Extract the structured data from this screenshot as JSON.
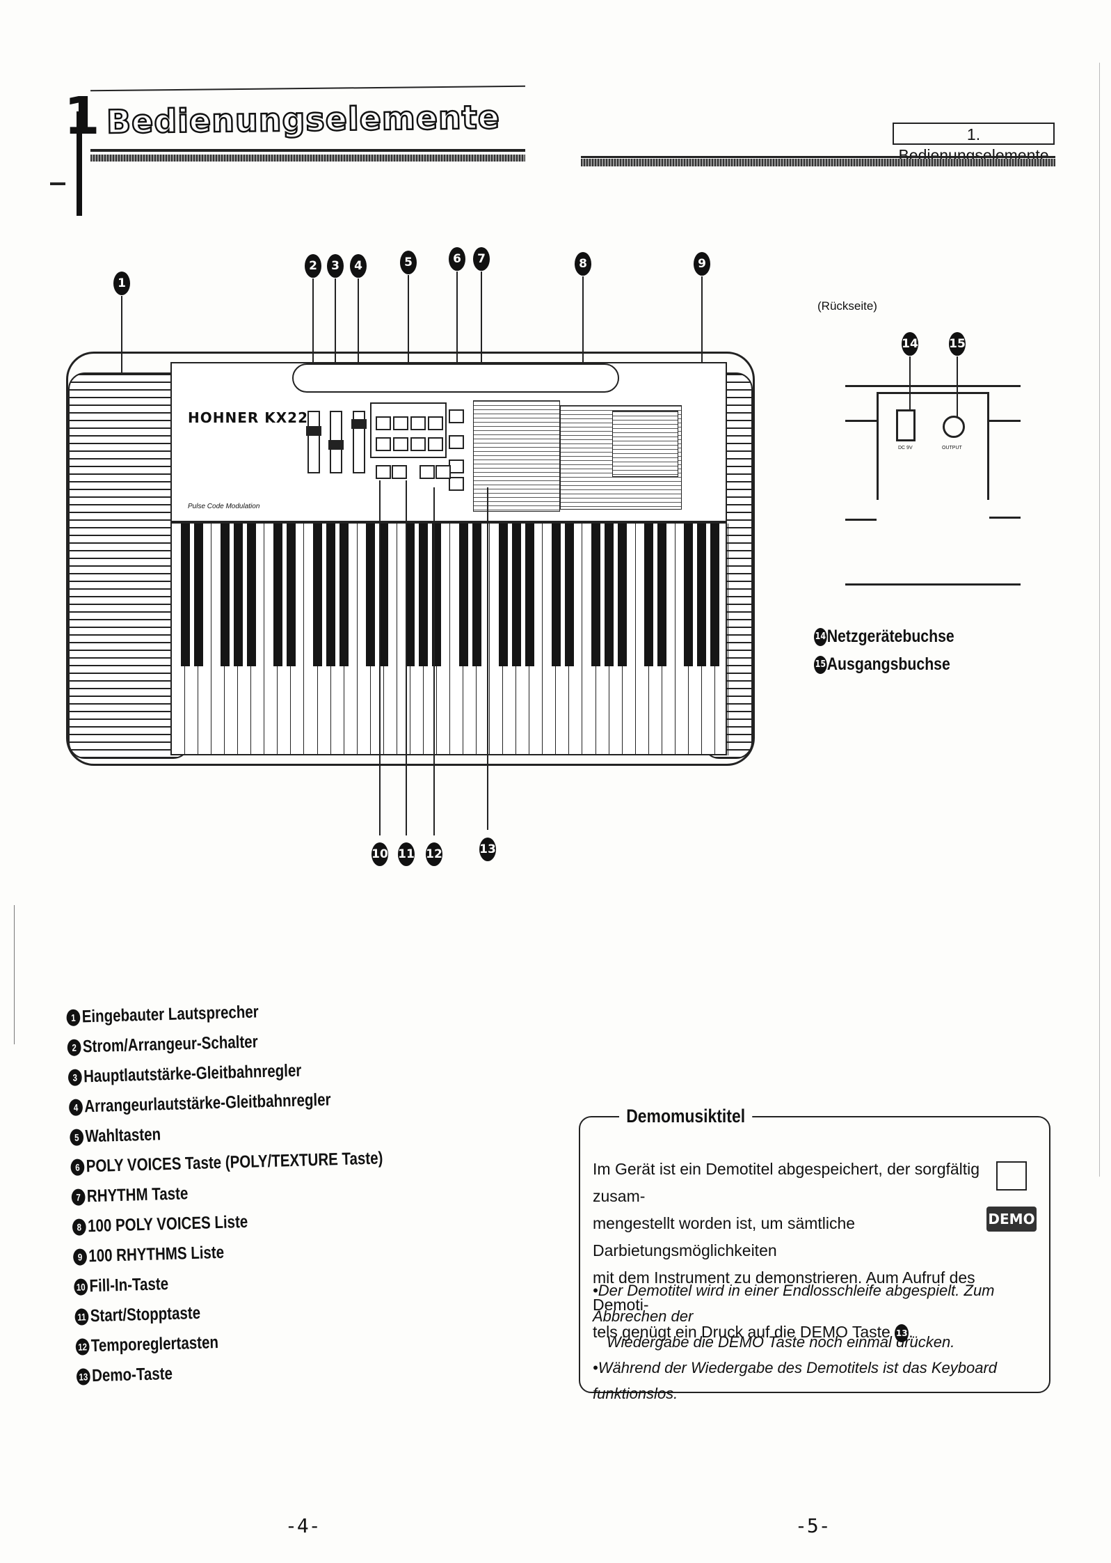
{
  "header": {
    "section_number": "1",
    "title": "Bedienungselemente",
    "right_label": "1. Bedienungselemente"
  },
  "diagram": {
    "brand": "HOHNER KX22",
    "pcm_label": "Pulse Code Modulation",
    "top_callouts": [
      "1",
      "2",
      "3",
      "4",
      "5",
      "6",
      "7",
      "8",
      "9"
    ],
    "bottom_callouts": [
      "10",
      "11",
      "12",
      "13"
    ]
  },
  "rear": {
    "label": "(Rückseite)",
    "callouts": [
      "14",
      "15"
    ],
    "jack_labels": [
      "DC 9V",
      "OUTPUT"
    ],
    "legend": [
      {
        "num": "14",
        "text": "Netzgerätebuchse"
      },
      {
        "num": "15",
        "text": "Ausgangsbuchse"
      }
    ]
  },
  "legend": [
    {
      "num": "1",
      "text": "Eingebauter Lautsprecher"
    },
    {
      "num": "2",
      "text": "Strom/Arrangeur-Schalter"
    },
    {
      "num": "3",
      "text": "Hauptlautstärke-Gleitbahnregler"
    },
    {
      "num": "4",
      "text": "Arrangeurlautstärke-Gleitbahnregler"
    },
    {
      "num": "5",
      "text": "Wahltasten"
    },
    {
      "num": "6",
      "text": "POLY VOICES Taste (POLY/TEXTURE Taste)"
    },
    {
      "num": "7",
      "text": "RHYTHM Taste"
    },
    {
      "num": "8",
      "text": "100 POLY VOICES Liste"
    },
    {
      "num": "9",
      "text": "100 RHYTHMS Liste"
    },
    {
      "num": "10",
      "text": "Fill-In-Taste"
    },
    {
      "num": "11",
      "text": "Start/Stopptaste"
    },
    {
      "num": "12",
      "text": "Temporeglertasten"
    },
    {
      "num": "13",
      "text": "Demo-Taste"
    }
  ],
  "demo": {
    "title": "Demomusiktitel",
    "lines": [
      "Im Gerät ist ein Demotitel abgespeichert, der sorgfältig zusam-",
      "mengestellt worden ist, um sämtliche Darbietungsmöglichkeiten",
      "mit dem Instrument zu demonstrieren. Aum Aufruf des Demoti-",
      "tels genügt ein Druck auf die DEMO Taste"
    ],
    "demo_ref": "13",
    "button_label": "DEMO",
    "notes": [
      "•Der Demotitel wird in einer Endlosschleife abgespielt. Zum Abbrechen der",
      "Wiedergabe die DEMO Taste noch einmal drücken.",
      "•Während der Wiedergabe des Demotitels ist das Keyboard funktionslos."
    ]
  },
  "page_numbers": {
    "left": "-4-",
    "right": "-5-"
  }
}
